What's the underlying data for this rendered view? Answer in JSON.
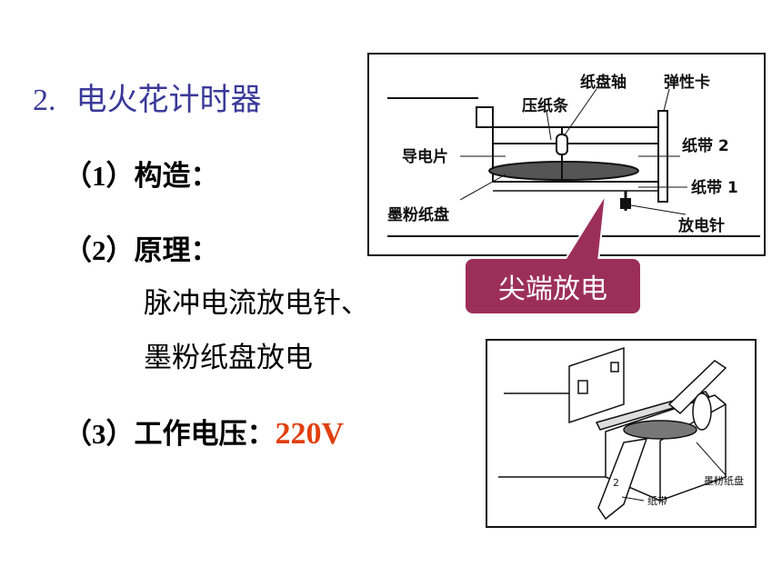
{
  "title": {
    "number": "2.",
    "text": "电火花计时器"
  },
  "items": [
    {
      "paren": "（1）",
      "label": "构造："
    },
    {
      "paren": "（2）",
      "label": "原理："
    },
    {
      "paren": "（3）",
      "label": "工作电压：",
      "value": "220V"
    }
  ],
  "principle_lines": [
    "脉冲电流放电针、",
    "墨粉纸盘放电"
  ],
  "callout": "尖端放电",
  "figure1_labels": {
    "axis": "纸盘轴",
    "spring_clip": "弹性卡",
    "press_strip": "压纸条",
    "conductor": "导电片",
    "tape2": "纸带 2",
    "tape1": "纸带 1",
    "toner_disc": "墨粉纸盘",
    "needle": "放电针"
  },
  "figure2_labels": {
    "toner_disc": "墨粉纸盘",
    "tape": "纸带",
    "num": "2"
  },
  "colors": {
    "title": "#3a3a9a",
    "voltage": "#e04010",
    "callout_bg": "#9c2f5a"
  }
}
